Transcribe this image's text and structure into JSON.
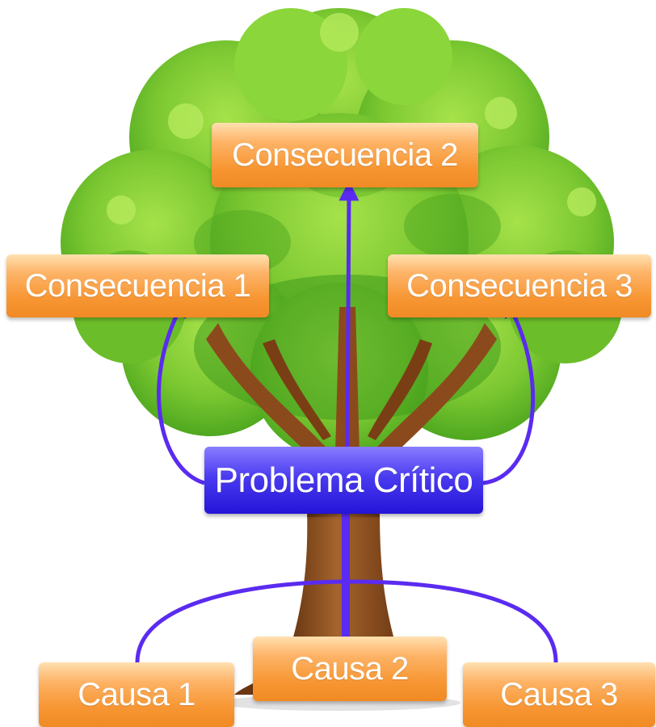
{
  "diagram": {
    "consequences": [
      {
        "label": "Consecuencia 1"
      },
      {
        "label": "Consecuencia 2"
      },
      {
        "label": "Consecuencia 3"
      }
    ],
    "problem": {
      "label": "Problema Crítico"
    },
    "causes": [
      {
        "label": "Causa 1"
      },
      {
        "label": "Causa 2"
      },
      {
        "label": "Causa 3"
      }
    ]
  },
  "colors": {
    "arrow": "#5a2bf0",
    "foliage_light": "#8bd63a",
    "foliage_dark": "#3f9a1c",
    "trunk": "#8b4a1c",
    "label_orange": "#f79633",
    "label_blue": "#2f1fe0"
  }
}
